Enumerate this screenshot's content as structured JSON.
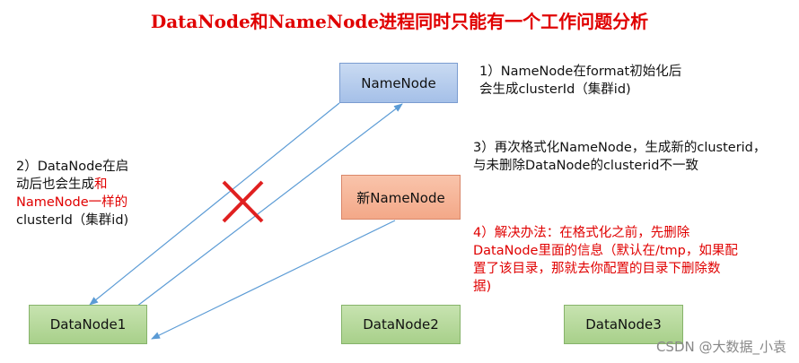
{
  "title": "DataNode和NameNode进程同时只能有一个工作问题分析",
  "nodes": {
    "namenode": "NameNode",
    "new_namenode": "新NameNode",
    "datanode1": "DataNode1",
    "datanode2": "DataNode2",
    "datanode3": "DataNode3"
  },
  "notes": {
    "n1": {
      "line1": "1）NameNode在format初始化后",
      "line2": "会生成clusterId（集群id)"
    },
    "n2": {
      "line1": "2）DataNode在启",
      "line2a": "动后也会生成",
      "line2b": "和",
      "line3": "NameNode一样的",
      "line4": "clusterId（集群id)"
    },
    "n3": {
      "line1": "3）再次格式化NameNode，生成新的clusterid，",
      "line2": "与未删除DataNode的clusterid不一致"
    },
    "n4": {
      "line1": "4）解决办法：在格式化之前，先删除",
      "line2": "DataNode里面的信息（默认在/tmp，如果配",
      "line3": "置了该目录，那就去你配置的目录下删除数",
      "line4": "据)"
    }
  },
  "watermark": "CSDN @大数据_小袁",
  "colors": {
    "title": "#e00000",
    "arrow": "#5b9bd5",
    "cross": "#e02020"
  }
}
